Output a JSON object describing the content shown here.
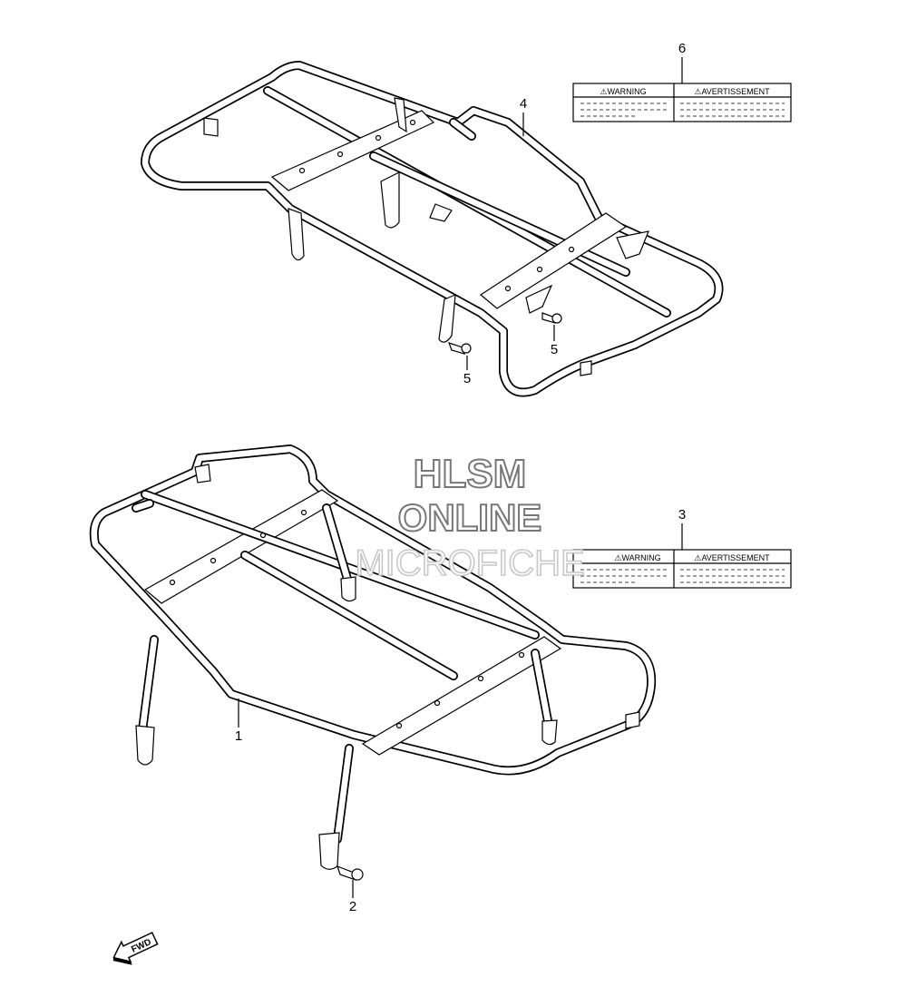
{
  "callouts": {
    "p1": "1",
    "p2": "2",
    "p3": "3",
    "p4": "4",
    "p5a": "5",
    "p5b": "5",
    "p6": "6"
  },
  "labels": {
    "warning": "⚠WARNING",
    "avertissement": "⚠AVERTISSEMENT"
  },
  "watermark": {
    "line1": "HLSM",
    "line2": "ONLINE",
    "line3": "MICROFICHE"
  },
  "fwd": "FWD"
}
